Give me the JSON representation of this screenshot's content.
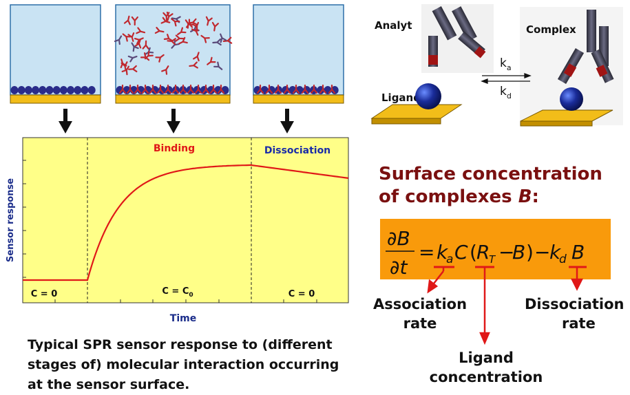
{
  "panels": {
    "binding_label": "Binding",
    "dissociation_label": "Dissociation",
    "c_zero_left": "C = 0",
    "c_c0_prefix": "C = C",
    "c_c0_sub": "0",
    "c_zero_right": "C = 0"
  },
  "axes": {
    "ylabel": "Sensor response",
    "xlabel": "Time"
  },
  "caption": {
    "line1": "Typical SPR sensor response to (different",
    "line2": "stages of) molecular interaction occurring",
    "line3": "at the sensor surface."
  },
  "scheme": {
    "analyte": "Analyt",
    "complex": "Complex",
    "ligand": "Ligand",
    "ka": "k",
    "ka_sub": "a",
    "kd": "k",
    "kd_sub": "d"
  },
  "surface": {
    "line1": "Surface concentration",
    "line2_prefix": "of complexes ",
    "line2_var": "B",
    "line2_suffix": ":"
  },
  "labels": {
    "association_1": "Association",
    "association_2": "rate",
    "dissociation_1": "Dissociation",
    "dissociation_2": "rate",
    "ligand_1": "Ligand",
    "ligand_2": "concentration"
  },
  "colors": {
    "curve": "#e01818",
    "liquid": "#c9e3f3",
    "gold": "#f2bd19",
    "graph_bg": "#ffff88",
    "equation_bg": "#f99a0b",
    "arrow_red": "#e01818",
    "title": "#7a1010"
  }
}
